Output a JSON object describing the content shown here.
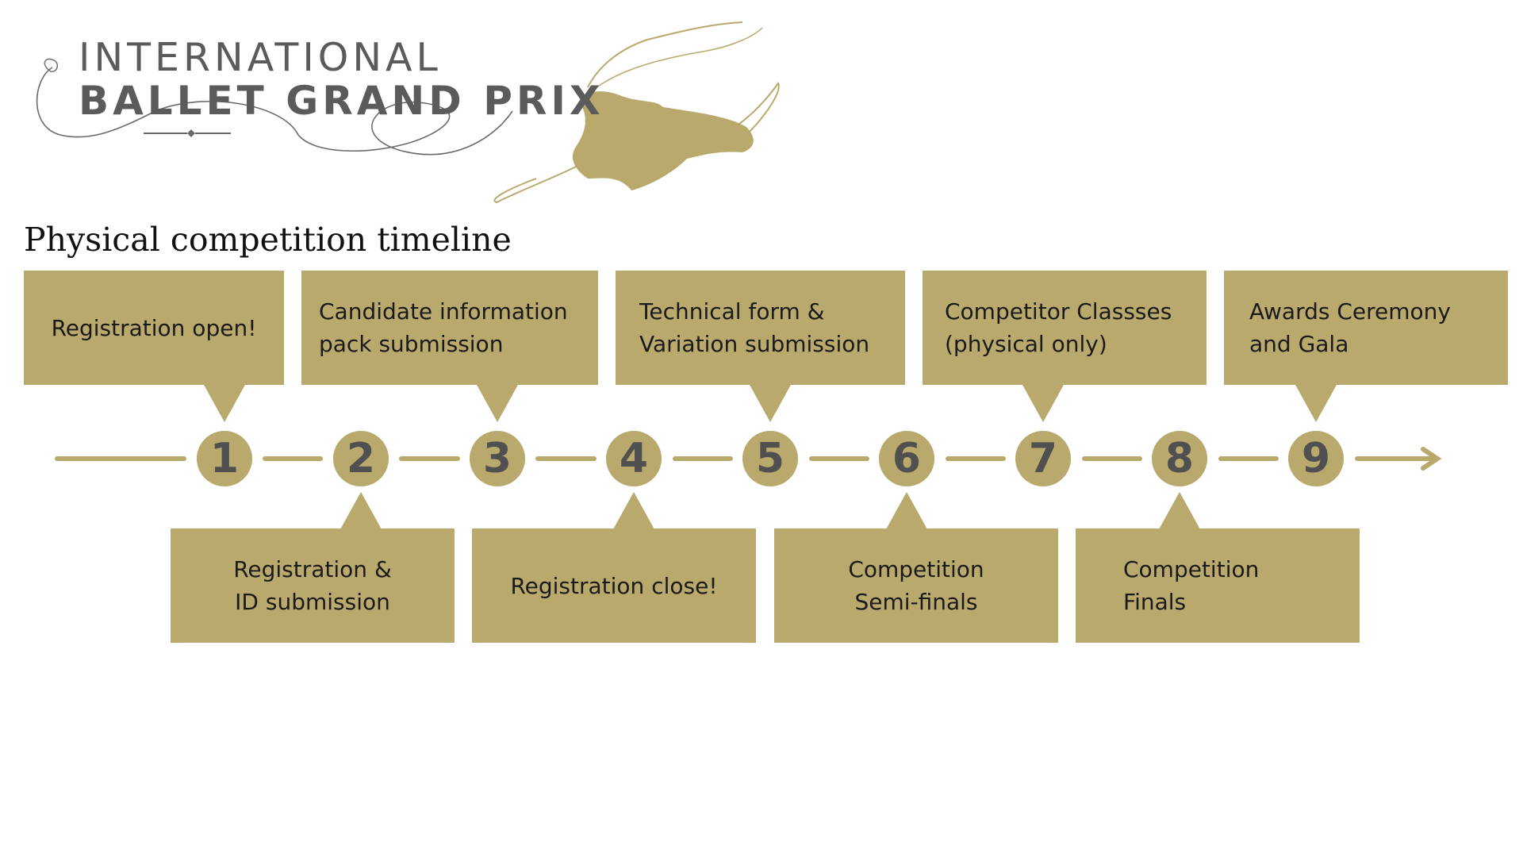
{
  "logo": {
    "line1": "INTERNATIONAL",
    "line2": "BALLET GRAND PRIX"
  },
  "title": "Physical competition timeline",
  "colors": {
    "gold": "#baa96d",
    "number_text": "#505050",
    "logo_text": "#5b5b5b"
  },
  "steps": [
    {
      "number": "1",
      "label": "Registration open!",
      "position": "above"
    },
    {
      "number": "2",
      "label": "Registration &\nID submission",
      "position": "below"
    },
    {
      "number": "3",
      "label": "Candidate information\npack submission",
      "position": "above"
    },
    {
      "number": "4",
      "label": "Registration close!",
      "position": "below"
    },
    {
      "number": "5",
      "label": "Technical form &\nVariation submission",
      "position": "above"
    },
    {
      "number": "6",
      "label": "Competition\nSemi-finals",
      "position": "below"
    },
    {
      "number": "7",
      "label": "Competitor Classses\n(physical only)",
      "position": "above"
    },
    {
      "number": "8",
      "label": "Competition\nFinals",
      "position": "below"
    },
    {
      "number": "9",
      "label": "Awards Ceremony\nand Gala",
      "position": "above"
    }
  ]
}
